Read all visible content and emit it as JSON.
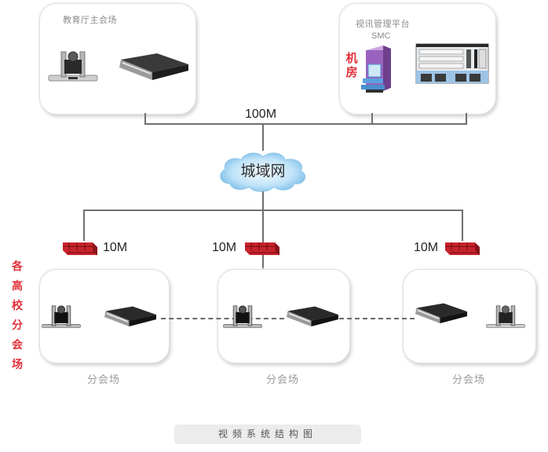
{
  "diagram": {
    "caption": "视频系统结构图",
    "main_site": {
      "title": "教育厅主会场",
      "devices": [
        "ptz-camera",
        "codec-terminal"
      ]
    },
    "management": {
      "title": "视讯管理平台",
      "smc_label": "SMC",
      "room_label_chars": [
        "机",
        "房"
      ],
      "devices": [
        "smc-server",
        "mcu-chassis"
      ]
    },
    "backbone": {
      "bandwidth": "100M",
      "network_label": "城域网"
    },
    "branch_group_label_chars": [
      "各",
      "高",
      "校",
      "分",
      "会",
      "场"
    ],
    "branches": [
      {
        "bandwidth": "10M",
        "label": "分会场"
      },
      {
        "bandwidth": "10M",
        "label": "分会场"
      },
      {
        "bandwidth": "10M",
        "label": "分会场"
      }
    ],
    "colors": {
      "accent_red": "#e0303a",
      "firewall_red": "#c8232c",
      "cloud_blue": "#7fc2ea",
      "line_gray": "#6f6f6f",
      "label_gray": "#9b9b9b"
    }
  }
}
